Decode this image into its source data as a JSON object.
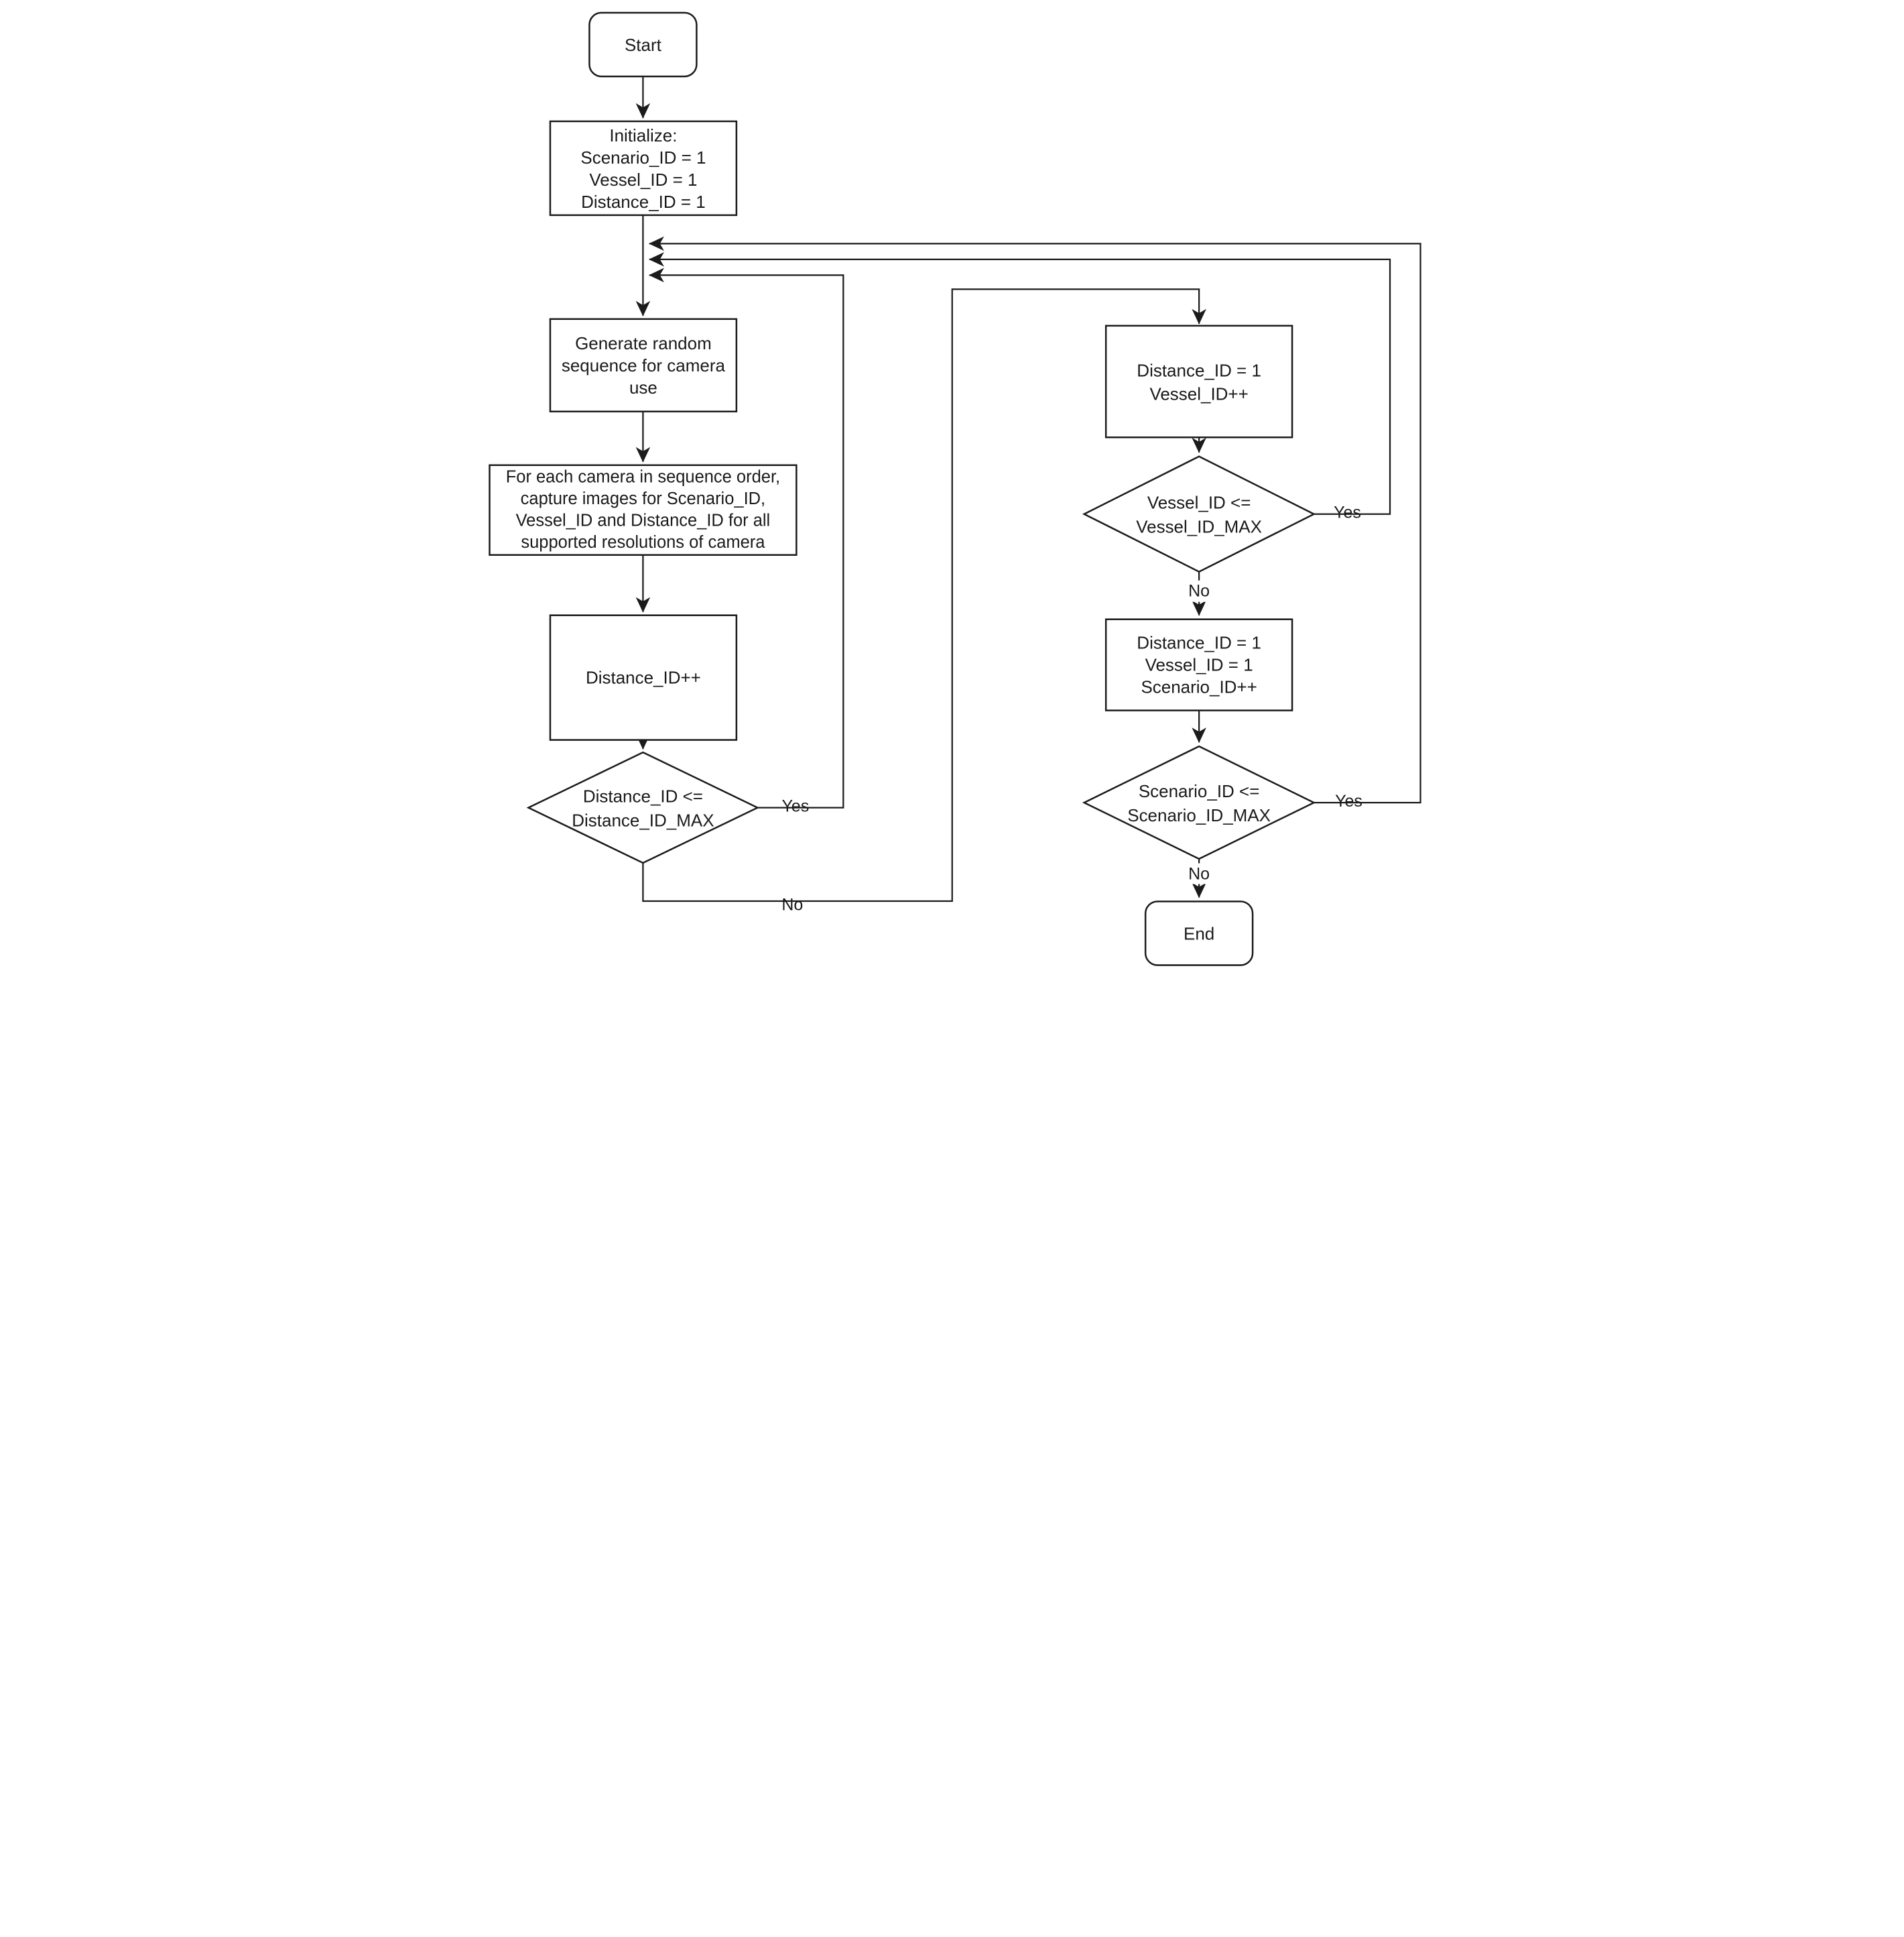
{
  "diagram": {
    "kind": "flowchart",
    "colors": {
      "background": "#ffffff",
      "shape_fill": "#ffffff",
      "line_stroke": "#1b1b1b",
      "text": "#1a1a1a"
    },
    "nodes": {
      "start": {
        "type": "terminator",
        "label": "Start"
      },
      "initialize": {
        "type": "process",
        "lines": [
          "Initialize:",
          "Scenario_ID = 1",
          "Vessel_ID = 1",
          "Distance_ID = 1"
        ]
      },
      "generate_sequence": {
        "type": "process",
        "lines": [
          "Generate random",
          "sequence for camera",
          "use"
        ]
      },
      "capture_images": {
        "type": "process",
        "lines": [
          "For each camera in sequence order,",
          "capture images for Scenario_ID,",
          "Vessel_ID and Distance_ID for all",
          "supported resolutions of camera"
        ]
      },
      "distance_increment": {
        "type": "process",
        "lines": [
          "Distance_ID++"
        ]
      },
      "distance_check": {
        "type": "decision",
        "lines": [
          "Distance_ID <=",
          "Distance_ID_MAX"
        ]
      },
      "vessel_increment": {
        "type": "process",
        "lines": [
          "Distance_ID = 1",
          "Vessel_ID++"
        ]
      },
      "vessel_check": {
        "type": "decision",
        "lines": [
          "Vessel_ID <=",
          "Vessel_ID_MAX"
        ]
      },
      "scenario_increment": {
        "type": "process",
        "lines": [
          "Distance_ID = 1",
          "Vessel_ID = 1",
          "Scenario_ID++"
        ]
      },
      "scenario_check": {
        "type": "decision",
        "lines": [
          "Scenario_ID <=",
          "Scenario_ID_MAX"
        ]
      },
      "end": {
        "type": "terminator",
        "label": "End"
      }
    },
    "edge_labels": {
      "distance_yes": "Yes",
      "distance_no": "No",
      "vessel_yes": "Yes",
      "vessel_no": "No",
      "scenario_yes": "Yes",
      "scenario_no": "No"
    }
  }
}
